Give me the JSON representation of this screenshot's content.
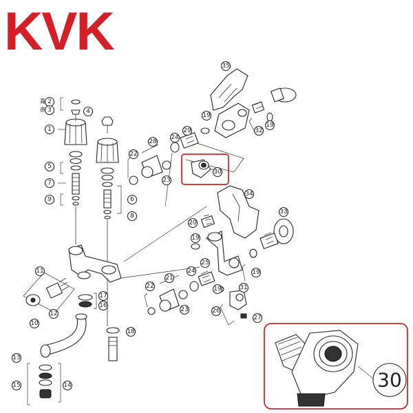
{
  "brand": {
    "logo_text": "KVK",
    "color": "#d41f26"
  },
  "highlight": {
    "part_number": "30",
    "color": "#c8282d"
  },
  "color_labels": {
    "blue": "青",
    "red": "赤"
  },
  "callouts": [
    "①",
    "②",
    "③",
    "④",
    "⑤",
    "⑥",
    "⑦",
    "⑧",
    "⑨",
    "⑩",
    "⑪",
    "⑫",
    "⑬",
    "⑭",
    "⑮",
    "⑯",
    "⑰",
    "⑱",
    "⑲",
    "⑳",
    "㉑",
    "㉒",
    "㉓",
    "㉔",
    "㉕",
    "㉖",
    "㉗",
    "㉘",
    "㉙",
    "㉚",
    "㉛",
    "㉜",
    "㉝",
    "㉞",
    "㉟"
  ],
  "part_numbers": {
    "p1": "1",
    "p2": "2",
    "p3": "3",
    "p4": "4",
    "p5": "5",
    "p6": "6",
    "p7": "7",
    "p8": "8",
    "p9": "9",
    "p10": "10",
    "p11": "11",
    "p12": "12",
    "p13": "13",
    "p14": "14",
    "p15": "15",
    "p16": "16",
    "p17": "17",
    "p18": "18",
    "p19a": "19",
    "p19b": "19",
    "p19c": "19",
    "p19d": "19",
    "p19e": "19",
    "p20": "20",
    "p21": "21",
    "p22a": "22",
    "p22b": "22",
    "p23a": "23",
    "p23b": "23",
    "p24a": "24",
    "p24b": "24",
    "p25": "25",
    "p26": "26",
    "p27": "27",
    "p28": "28",
    "p29": "29",
    "p30": "30",
    "p31": "31",
    "p32": "32",
    "p33": "33",
    "p34": "34",
    "p35": "35"
  }
}
